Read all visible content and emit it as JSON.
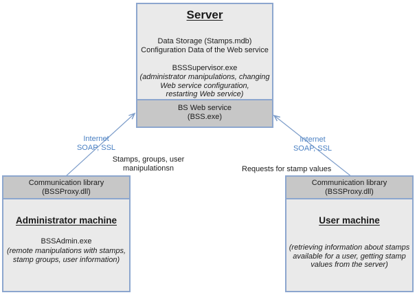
{
  "colors": {
    "box_border_blue": "#8CA6CE",
    "connector_blue": "#7C9CC9",
    "protocol_label_blue": "#4A80C3",
    "fill_light_gray": "#EAEAEA",
    "fill_dark_gray": "#C7C7C7",
    "text_color": "#1A1A1A"
  },
  "server": {
    "title": "Server",
    "storage": "Data Storage (Stamps.mdb)\nConfiguration Data of the Web service",
    "supervisor_exe": "BSSSupervisor.exe",
    "supervisor_note": "(administrator manipulations, changing\nWeb service configuration,\nrestarting Web service)",
    "web_service": "BS Web service\n(BSS.exe)"
  },
  "admin_machine": {
    "comm_library": "Communication library\n(BSSProxy.dll)",
    "title": "Administrator machine",
    "exe": "BSSAdmin.exe",
    "note": "(remote manipulations with stamps,\nstamp groups, user information)"
  },
  "user_machine": {
    "comm_library": "Communication library\n(BSSProxy.dll)",
    "title": "User machine",
    "note": "(retrieving information about stamps\navailable for a user, getting stamp\nvalues from the server)"
  },
  "connections": {
    "left_protocol": "Internet\nSOAP, SSL",
    "right_protocol": "Internet\nSOAP, SSL",
    "left_flow": "Stamps, groups, user\nmanipulationsn",
    "right_flow": "Requests for stamp values"
  }
}
